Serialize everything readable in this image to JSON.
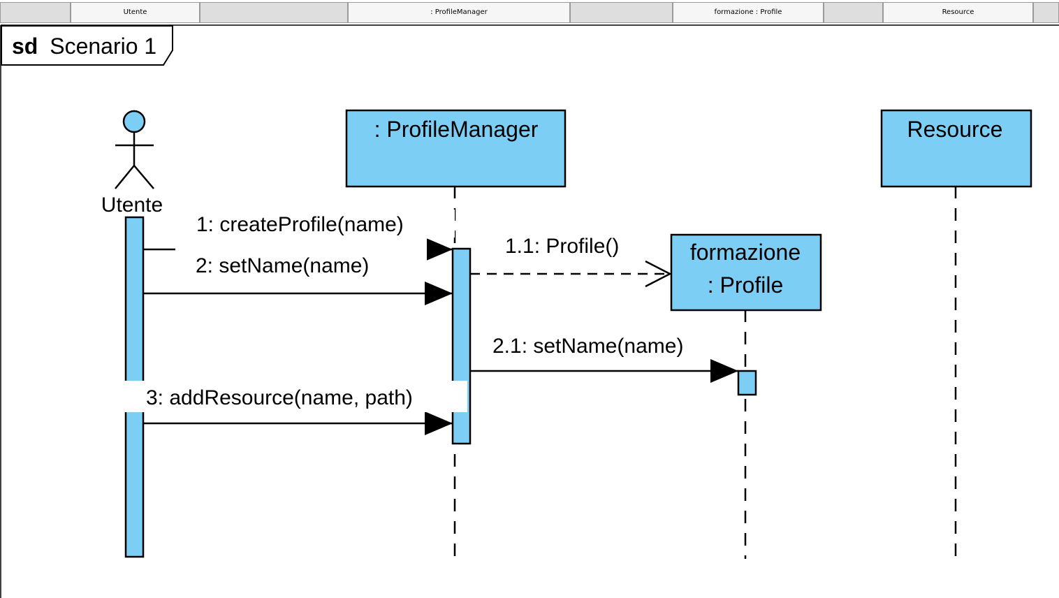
{
  "header_tabs": [
    "Utente",
    ": ProfileManager",
    "formazione : Profile",
    "Resource"
  ],
  "frame": {
    "keyword": "sd",
    "name": "Scenario 1"
  },
  "actor": {
    "name": "Utente"
  },
  "participants": {
    "profile_manager": ": ProfileManager",
    "profile_line1": "formazione",
    "profile_line2": ": Profile",
    "resource": "Resource"
  },
  "messages": {
    "m1": "1: createProfile(name)",
    "m1_1": "1.1: Profile()",
    "m2": "2: setName(name)",
    "m2_1": "2.1: setName(name)",
    "m3": "3: addResource(name, path)"
  },
  "colors": {
    "fill": "#7ccef4",
    "stroke": "#000000",
    "header_gap": "#dedede",
    "header_cell": "#f6f6f6"
  }
}
